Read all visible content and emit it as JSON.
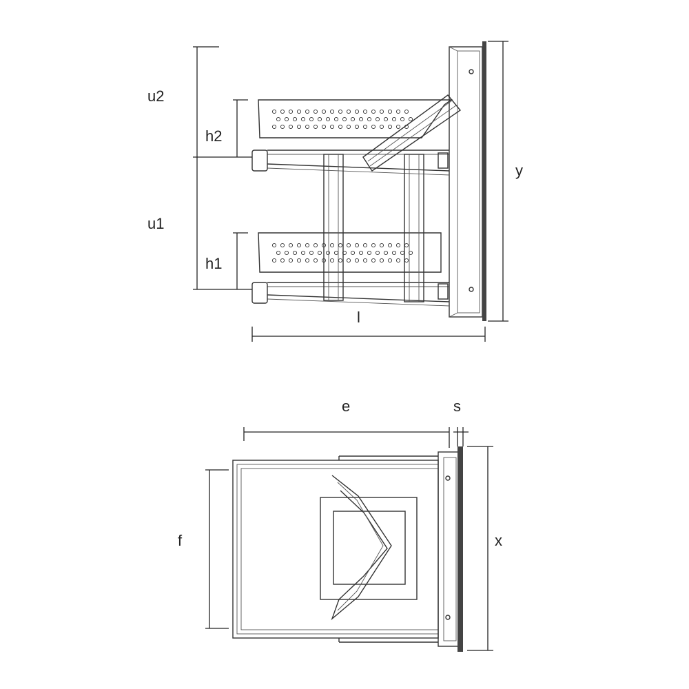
{
  "side_view": {
    "labels": {
      "u2": "u2",
      "h2": "h2",
      "u1": "u1",
      "h1": "h1",
      "y": "y",
      "l": "l"
    }
  },
  "top_view": {
    "labels": {
      "e": "e",
      "s": "s",
      "f": "f",
      "x": "x"
    }
  },
  "colors": {
    "line": "#333333",
    "fill": "#f2f2f2",
    "shade": "#bdbdbd",
    "background": "#ffffff"
  }
}
